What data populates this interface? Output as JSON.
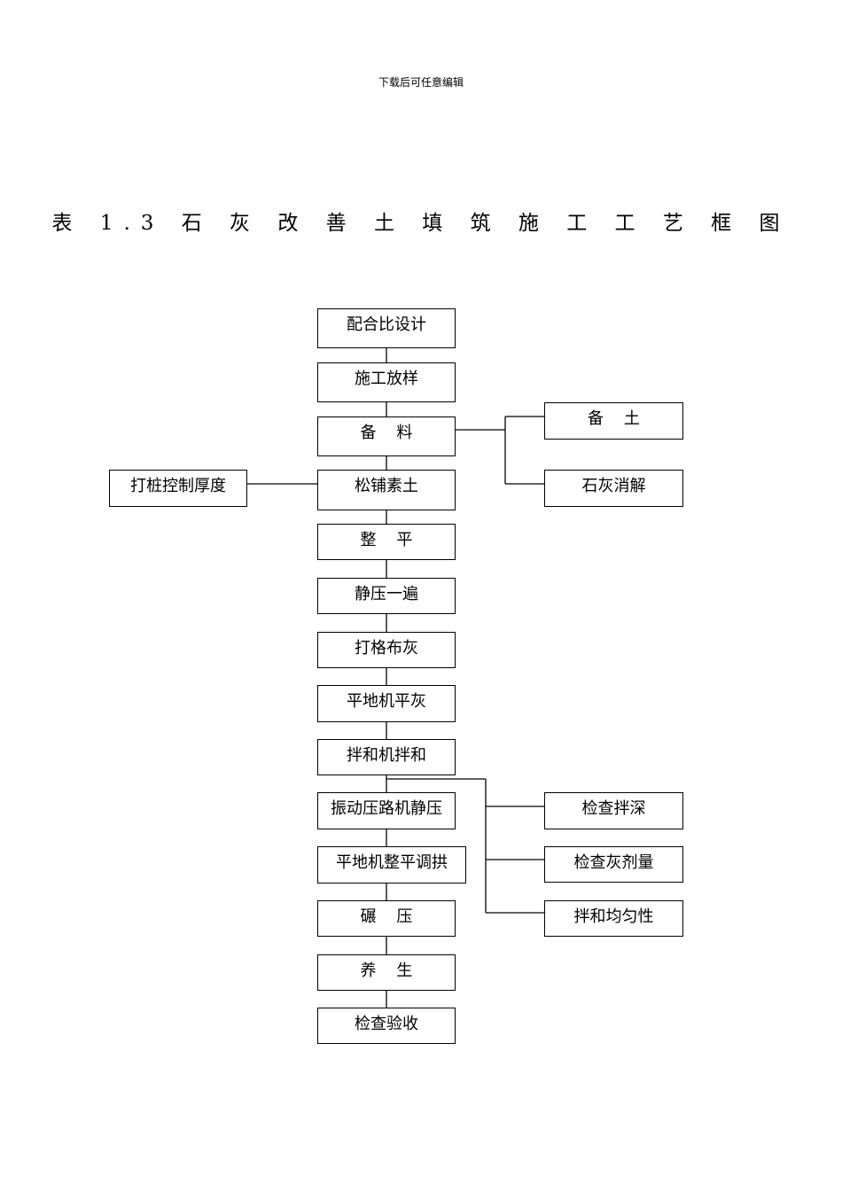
{
  "header": {
    "note": "下载后可任意编辑"
  },
  "title": "表 1.3 石 灰 改 善 土 填 筑 施 工 工 艺 框 图",
  "main_steps": [
    "配合比设计",
    "施工放样",
    "备    料",
    "松铺素土",
    "整    平",
    "静压一遍",
    "打格布灰",
    "平地机平灰",
    "拌和机拌和",
    "振动压路机静压",
    "平地机整平调拱",
    "碾    压",
    "养    生",
    "检查验收"
  ],
  "side_boxes": {
    "prep_soil": "备    土",
    "lime_slaking": "石灰消解",
    "control_thickness": "打桩控制厚度",
    "check_mix_depth": "检查拌深",
    "check_lime_dose": "检查灰剂量",
    "mix_uniformity": "拌和均匀性"
  }
}
